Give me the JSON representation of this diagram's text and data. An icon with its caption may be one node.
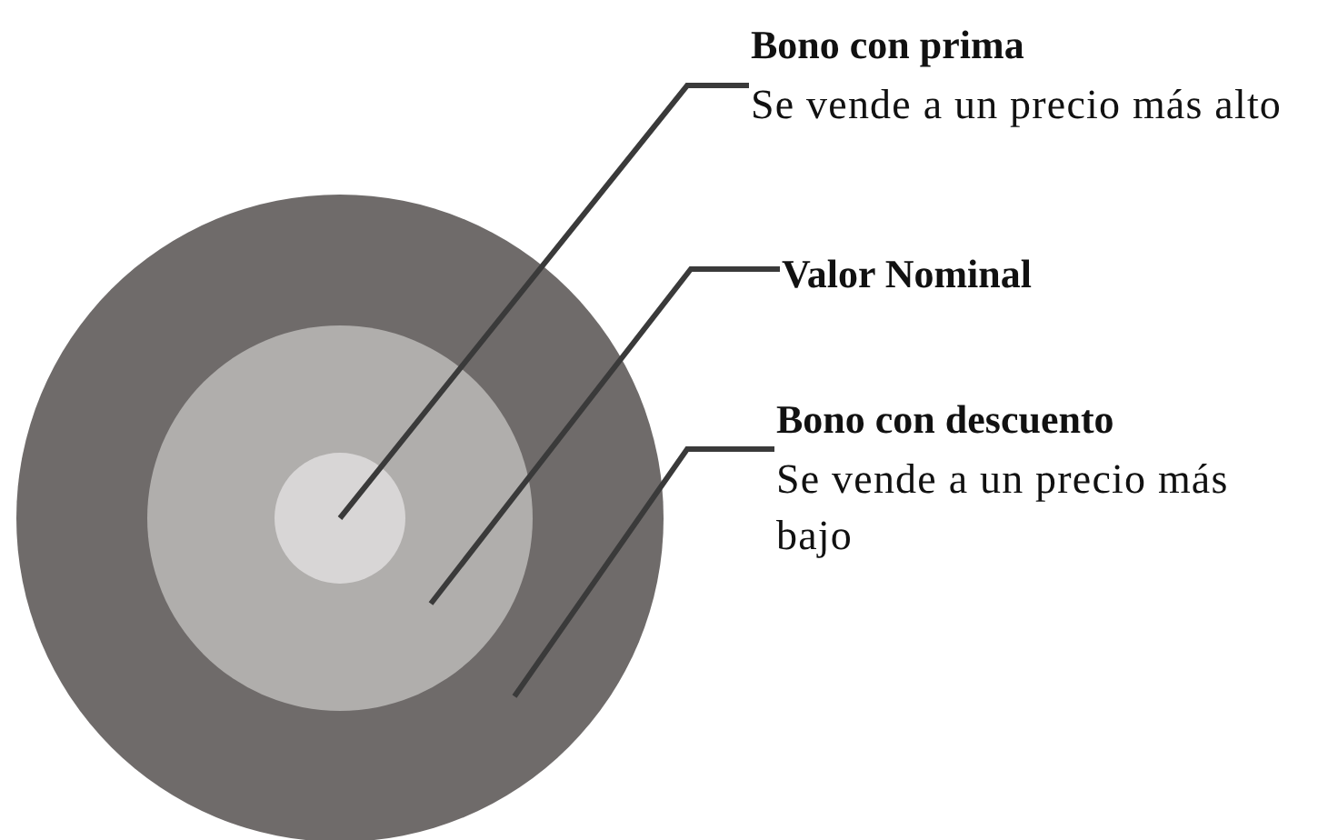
{
  "diagram": {
    "nodes": [
      {
        "text": [
          "Bono con prima",
          "Se vende a un precio más alto"
        ]
      },
      {
        "text": [
          "Valor Nominal"
        ]
      },
      {
        "text": [
          "Bono con descuento",
          "Se vende a un precio más bajo"
        ]
      },
      {
        "text": [],
        "shape": "circle"
      },
      {
        "text": [],
        "shape": "circle",
        "in": 3
      },
      {
        "text": [],
        "shape": "circle",
        "in": 4
      }
    ],
    "edges": [
      {
        "from": 0,
        "to": 5,
        "arrow": "none"
      },
      {
        "from": 1,
        "to": 4,
        "arrow": "none"
      },
      {
        "from": 2,
        "to": 3,
        "arrow": "none"
      }
    ]
  }
}
